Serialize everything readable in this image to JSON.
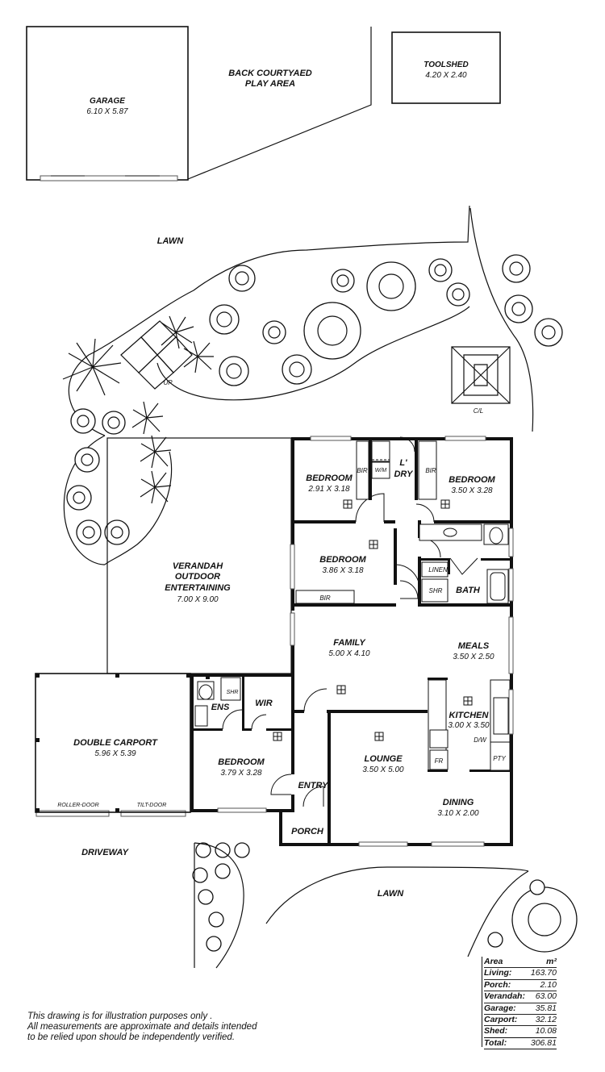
{
  "rooms": {
    "garage": {
      "name": "GARAGE",
      "dims": "6.10 X 5.87"
    },
    "back_courtyard": {
      "line1": "BACK COURTYAED",
      "line2": "PLAY AREA"
    },
    "toolshed": {
      "name": "TOOLSHED",
      "dims": "4.20 X 2.40"
    },
    "lawn_top": "LAWN",
    "up": "UP",
    "cl": "C/L",
    "bedroom1": {
      "name": "BEDROOM",
      "dims": "2.91 X 3.18"
    },
    "bir1": "BIR",
    "wm": "W/M",
    "laundry": {
      "line1": "L'",
      "line2": "DRY"
    },
    "bir2": "BIR",
    "bedroom2": {
      "name": "BEDROOM",
      "dims": "3.50 X 3.28"
    },
    "bedroom3": {
      "name": "BEDROOM",
      "dims": "3.86 X 3.18"
    },
    "bir3": "BIR",
    "linen": "LINEN",
    "shr_bath": "SHR",
    "bath": "BATH",
    "verandah": {
      "line1": "VERANDAH",
      "line2": "OUTDOOR",
      "line3": "ENTERTAINING",
      "dims": "7.00 X 9.00"
    },
    "family": {
      "name": "FAMILY",
      "dims": "5.00 X 4.10"
    },
    "meals": {
      "name": "MEALS",
      "dims": "3.50 X 2.50"
    },
    "shr_ens": "SHR",
    "ens": "ENS",
    "wir": "WIR",
    "kitchen": {
      "name": "KITCHEN",
      "dims": "3.00 X 3.50"
    },
    "dw": "D/W",
    "double_carport": {
      "name": "DOUBLE CARPORT",
      "dims": "5.96 X 5.39"
    },
    "lounge": {
      "name": "LOUNGE",
      "dims": "3.50 X 5.00"
    },
    "fr": "FR",
    "pty": "PTY",
    "bedroom4": {
      "name": "BEDROOM",
      "dims": "3.79 X 3.28"
    },
    "entry": "ENTRY",
    "roller_door": "ROLLER-DOOR",
    "tilt_door": "TILT-DOOR",
    "dining": {
      "name": "DINING",
      "dims": "3.10 X 2.00"
    },
    "porch": "PORCH",
    "driveway": "DRIVEWAY",
    "lawn_bottom": "LAWN"
  },
  "disclaimer": {
    "line1": "This drawing is for illustration purposes only .",
    "line2": "All measurements are approximate and details intended",
    "line3": "to be relied upon should be independently verified."
  },
  "area_table": {
    "header": {
      "label": "Area",
      "unit": "m²"
    },
    "rows": [
      {
        "label": "Living:",
        "value": "163.70"
      },
      {
        "label": "Porch:",
        "value": "2.10"
      },
      {
        "label": "Verandah:",
        "value": "63.00"
      },
      {
        "label": "Garage:",
        "value": "35.81"
      },
      {
        "label": "Carport:",
        "value": "32.12"
      },
      {
        "label": "Shed:",
        "value": "10.08"
      }
    ],
    "total": {
      "label": "Total:",
      "value": "306.81"
    }
  }
}
